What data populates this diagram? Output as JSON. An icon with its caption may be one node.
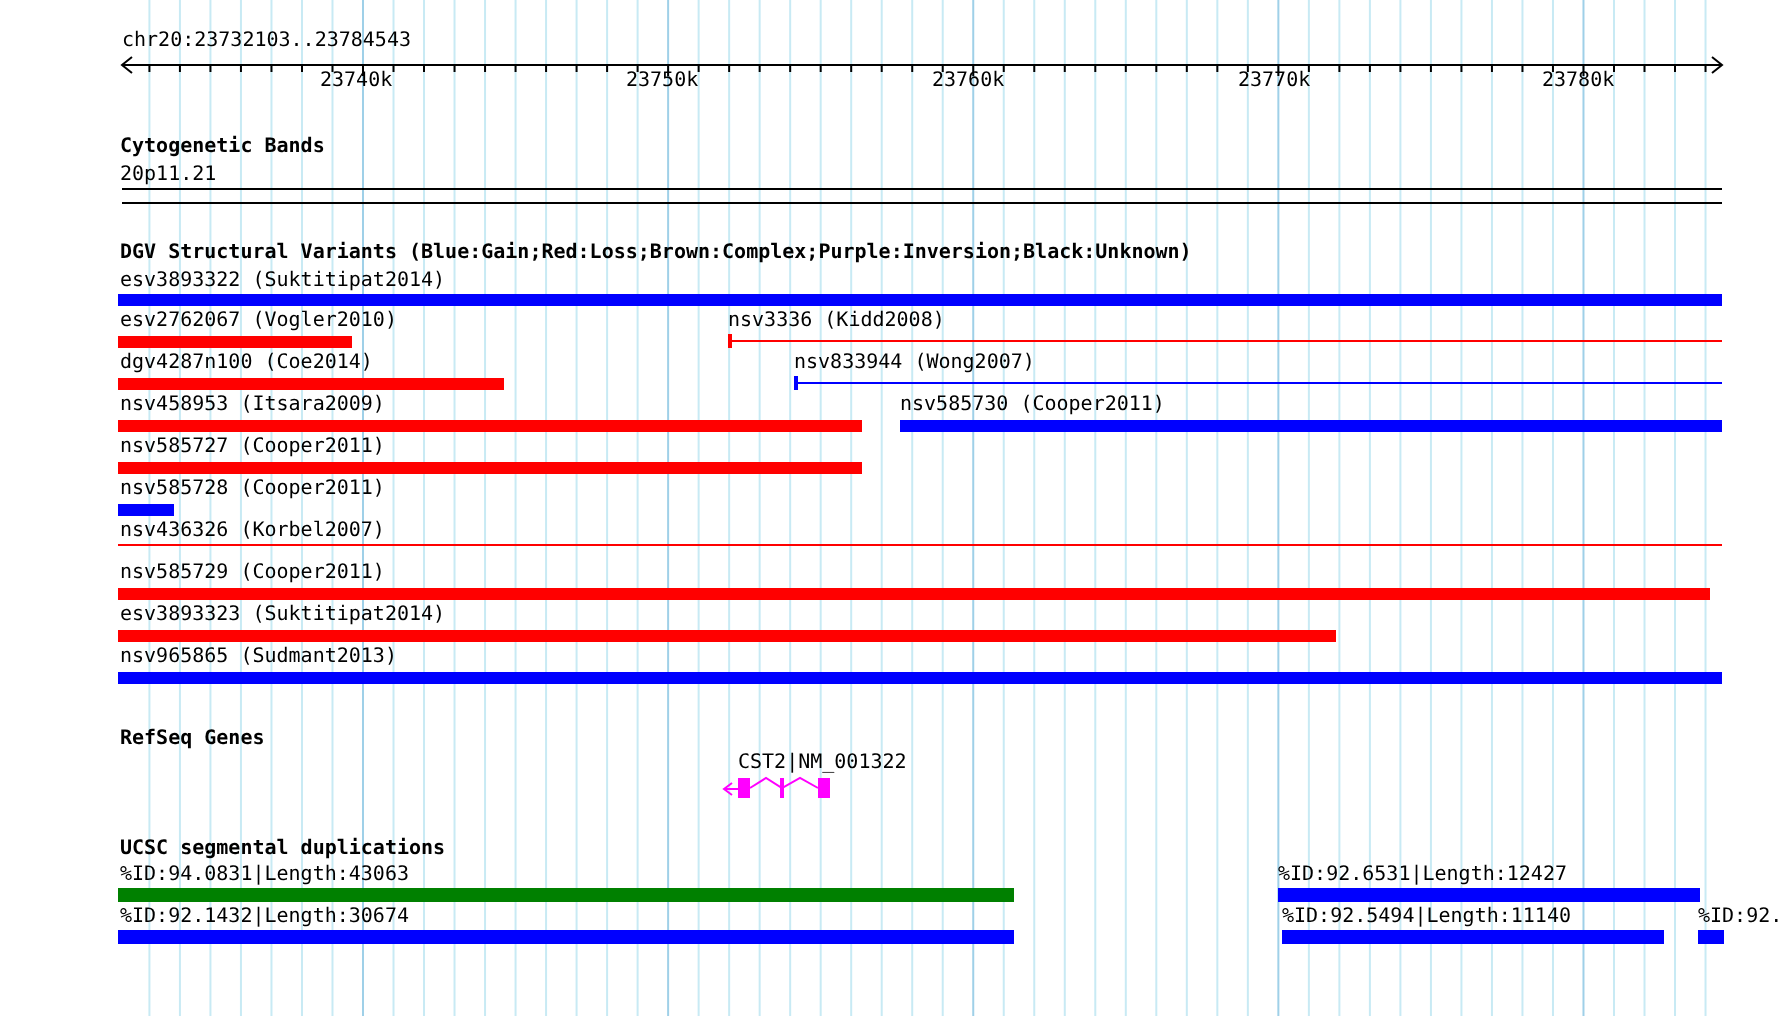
{
  "diagram": {
    "labels": [
      "chr20:23732103..23784543",
      "23740k",
      "23750k",
      "23760k",
      "23770k",
      "23780k",
      "Cytogenetic Bands",
      "20p11.21",
      "DGV Structural Variants (Blue:Gain;Red:Loss;Brown:Complex;Purple:Inversion;Black:Unknown)",
      "esv3893322 (Suktitipat2014)",
      "esv2762067 (Vogler2010)",
      "nsv3336 (Kidd2008)",
      "dgv4287n100 (Coe2014)",
      "nsv833944 (Wong2007)",
      "nsv458953 (Itsara2009)",
      "nsv585730 (Cooper2011)",
      "nsv585727 (Cooper2011)",
      "nsv585728 (Cooper2011)",
      "nsv436326 (Korbel2007)",
      "nsv585729 (Cooper2011)",
      "esv3893323 (Suktitipat2014)",
      "nsv965865 (Sudmant2013)",
      "RefSeq Genes",
      "CST2|NM_001322",
      "UCSC segmental duplications",
      "%ID:94.0831|Length:43063",
      "%ID:92.6531|Length:12427",
      "%ID:92.1432|Length:30674",
      "%ID:92.5494|Length:11140",
      "%ID:92."
    ]
  }
}
